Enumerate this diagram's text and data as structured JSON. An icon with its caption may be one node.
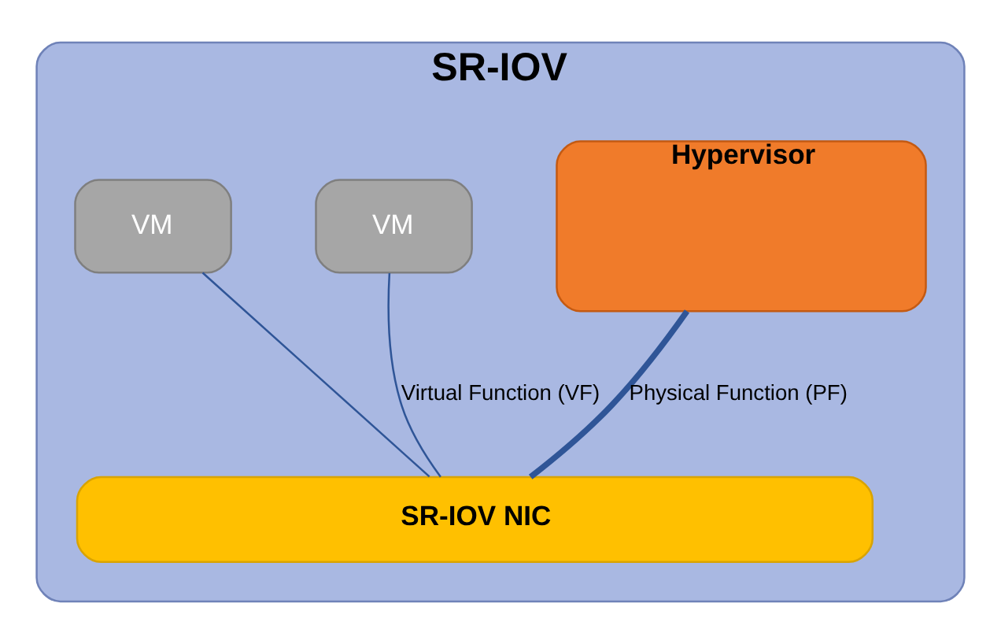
{
  "diagram": {
    "nodes": [
      {
        "text": [
          "SR-IOV"
        ]
      },
      {
        "text": [
          "Hypervisor"
        ],
        "in": 0
      },
      {
        "text": [
          "VM"
        ],
        "in": 0
      },
      {
        "text": [
          "VM"
        ],
        "in": 0
      },
      {
        "text": [
          "SR-IOV NIC"
        ],
        "in": 0
      }
    ],
    "edges": [
      {
        "from": 1,
        "to": 4,
        "arrow": "none",
        "label": "Physical Function (PF)",
        "style": "thick"
      },
      {
        "from": 2,
        "to": 4,
        "arrow": "none",
        "label": "Virtual Function (VF)"
      },
      {
        "from": 3,
        "to": 4,
        "arrow": "none"
      }
    ]
  }
}
